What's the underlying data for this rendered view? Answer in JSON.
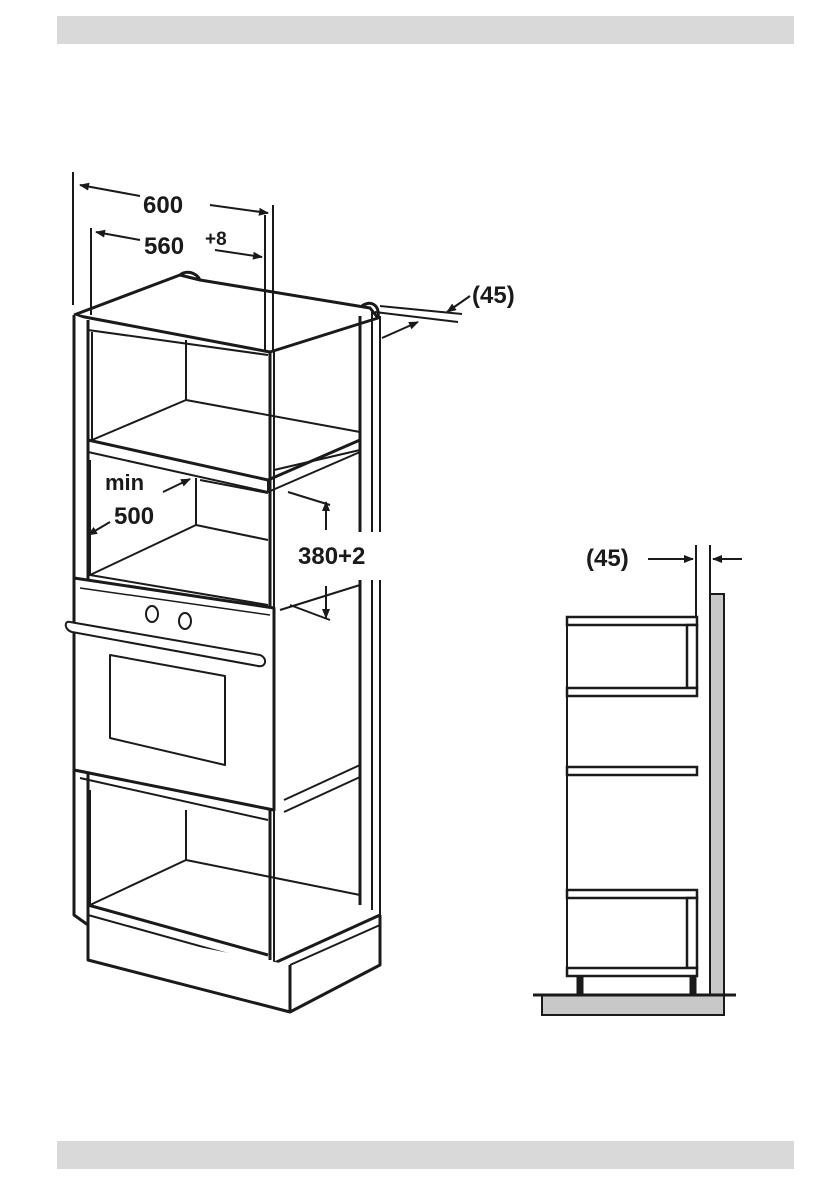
{
  "labels": {
    "width_600": "600",
    "width_560": "560",
    "width_560_tol": "+8",
    "depth_45": "(45)",
    "min": "min",
    "min_500": "500",
    "height_380": "380+2",
    "side_45": "(45)"
  },
  "colors": {
    "line": "#1a1a1a",
    "header_bar": "#d9d9d9",
    "wall": "#c8c8c8",
    "floor": "#c8c8c8"
  }
}
